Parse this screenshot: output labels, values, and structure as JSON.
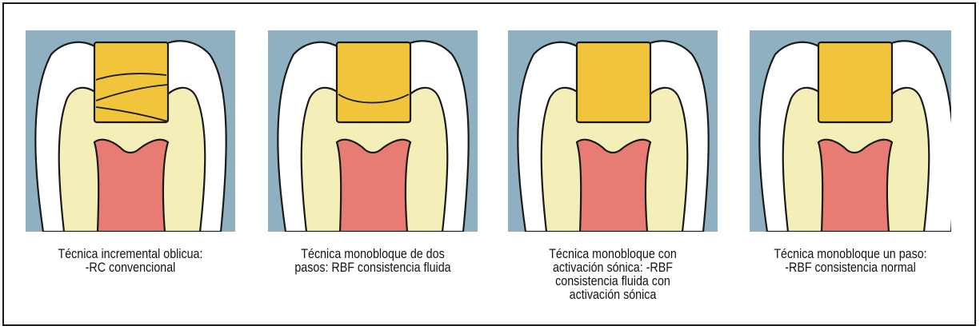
{
  "colors": {
    "background": "#8fb0c1",
    "enamel": "#ffffff",
    "dentin": "#f4efb8",
    "pulp": "#e97b75",
    "composite": "#f0c53b",
    "outline": "#1a1a1a"
  },
  "panels": [
    {
      "technique": "incremental-oblique",
      "caption_lines": [
        "Técnica incremental oblicua:",
        "-RC convencional"
      ]
    },
    {
      "technique": "two-step-bulk",
      "caption_lines": [
        "Técnica monobloque de dos",
        "pasos: RBF consistencia fluida"
      ]
    },
    {
      "technique": "sonic-bulk",
      "caption_lines": [
        "Técnica monobloque con",
        "activación sónica: -RBF",
        "consistencia fluida con",
        "activación sónica"
      ]
    },
    {
      "technique": "one-step-bulk",
      "caption_lines": [
        "Técnica monobloque un paso:",
        "-RBF consistencia normal"
      ]
    }
  ]
}
